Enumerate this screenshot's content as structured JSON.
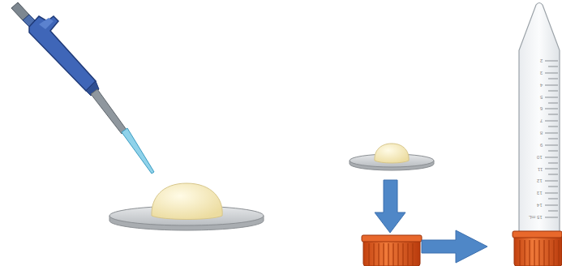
{
  "diagram": {
    "labels": [
      "2",
      "3",
      "4",
      "5",
      "6",
      "7",
      "8",
      "9",
      "10",
      "11",
      "12",
      "13",
      "14",
      "15 mL"
    ]
  }
}
